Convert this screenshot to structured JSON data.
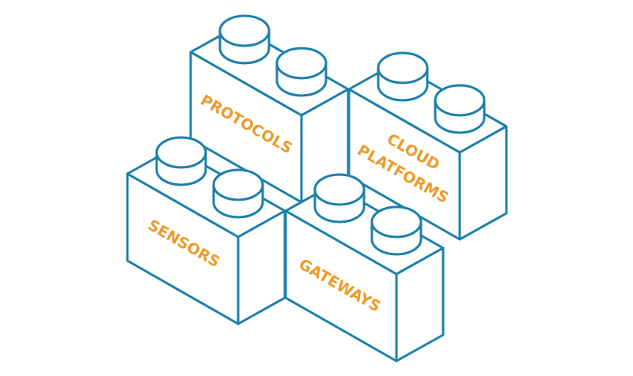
{
  "colors": {
    "stroke": "#1B80AB",
    "label": "#EE9A2A",
    "fill": "#ffffff"
  },
  "bricks": [
    {
      "id": "protocols",
      "lines": [
        "PROTOCOLS"
      ]
    },
    {
      "id": "cloud-platforms",
      "lines": [
        "CLOUD",
        "PLATFORMS"
      ]
    },
    {
      "id": "sensors",
      "lines": [
        "SENSORS"
      ]
    },
    {
      "id": "gateways",
      "lines": [
        "GATEWAYS"
      ]
    }
  ]
}
